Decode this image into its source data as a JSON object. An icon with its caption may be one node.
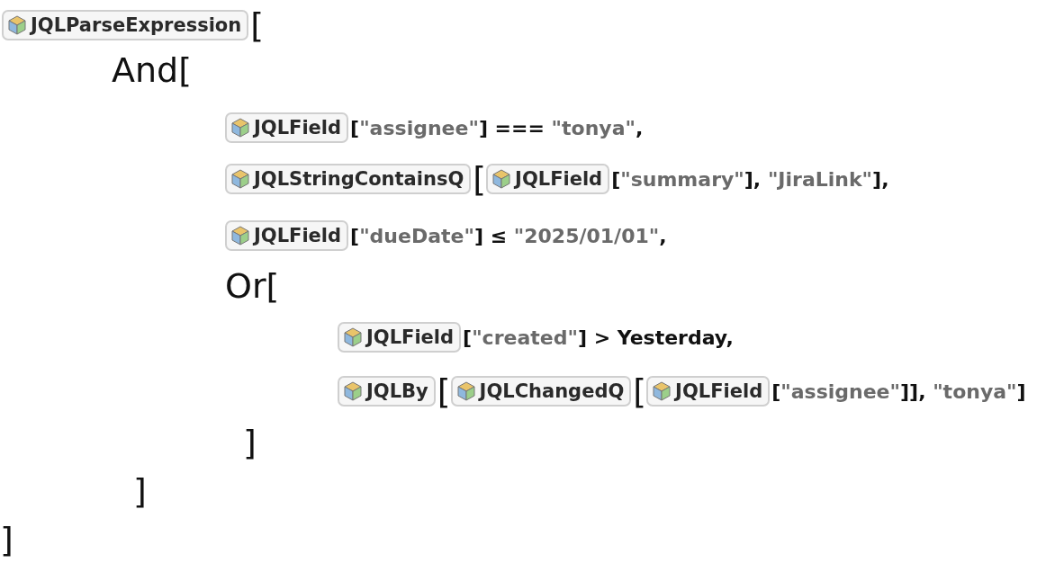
{
  "diagram": {
    "nodes": [
      {
        "text": [
          "JQLParseExpression"
        ]
      },
      {
        "text": [
          "JQLField"
        ]
      },
      {
        "text": [
          "JQLStringContainsQ"
        ]
      },
      {
        "text": [
          "JQLField"
        ]
      },
      {
        "text": [
          "JQLField"
        ]
      },
      {
        "text": [
          "JQLField"
        ]
      },
      {
        "text": [
          "JQLBy"
        ]
      },
      {
        "text": [
          "JQLChangedQ"
        ]
      },
      {
        "text": [
          "JQLField"
        ]
      }
    ],
    "labels": [
      "[",
      "And[",
      "[",
      "\"assignee\"",
      "] === ",
      "\"tonya\"",
      ",",
      "[",
      "[",
      "\"summary\"",
      "], ",
      "\"JiraLink\"",
      "],",
      "[",
      "\"dueDate\"",
      "] ≤ ",
      "\"2025/01/01\"",
      ",",
      "Or[",
      "[",
      "\"created\"",
      "] > Yesterday,",
      "[",
      "[",
      "[",
      "\"assignee\"",
      "]], ",
      "\"tonya\"",
      "]",
      "]",
      "]",
      "]"
    ]
  }
}
